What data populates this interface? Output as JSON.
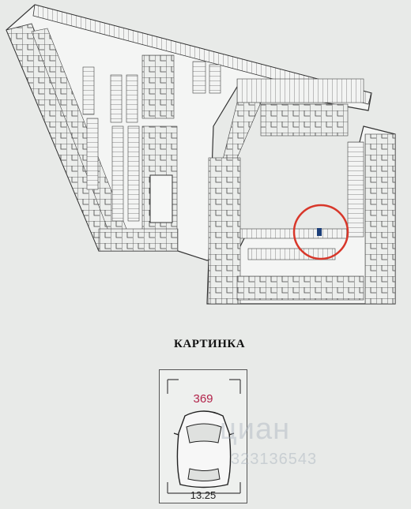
{
  "legend": {
    "title": "КАРТИНКА",
    "spot_number": "369",
    "spot_size": "13.25"
  },
  "watermark": {
    "brand": "циан",
    "listing_id": "323136543"
  },
  "colors": {
    "highlight_circle": "#d8372a",
    "marked_car": "#1c3f7a",
    "spot_number": "#b2234a"
  }
}
